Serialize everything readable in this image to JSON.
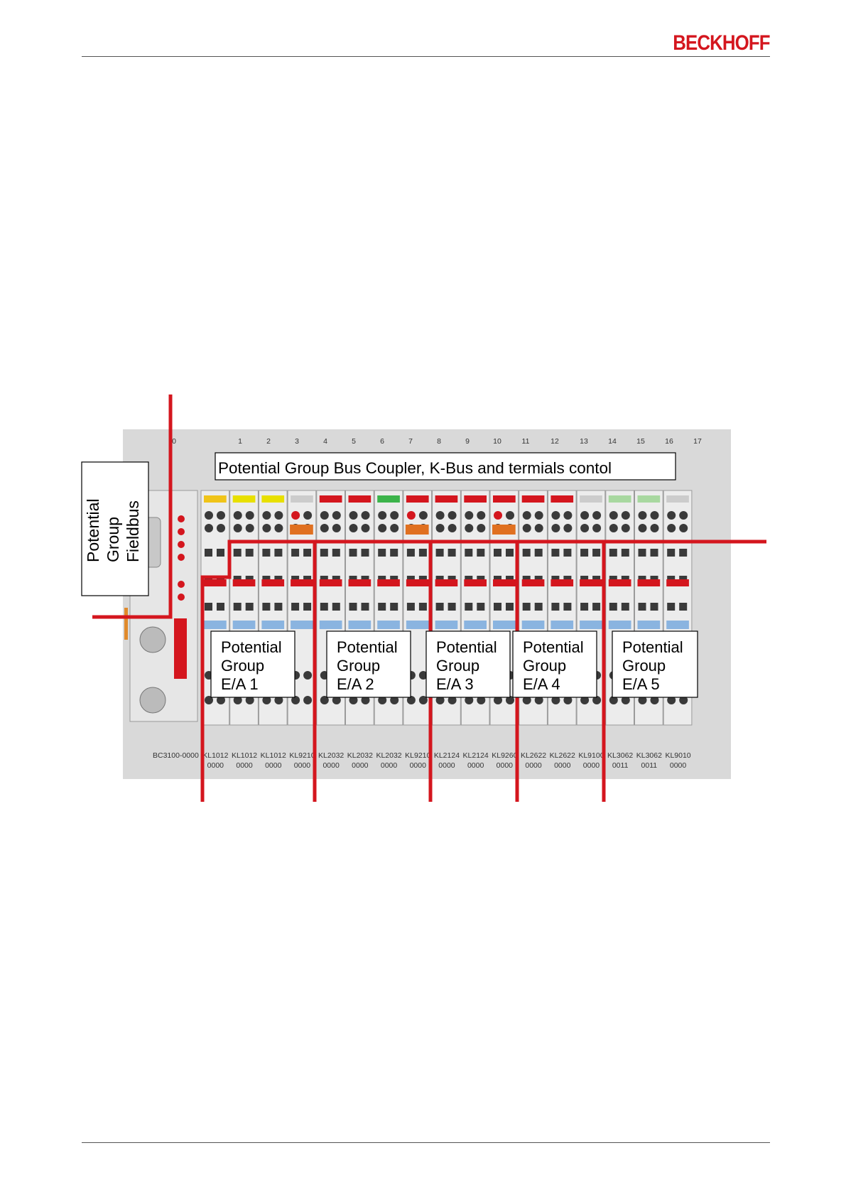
{
  "header": {
    "logo_text": "BECKHOFF",
    "logo_color": "#d4161e"
  },
  "figure": {
    "terminal_numbers": [
      "0",
      "1",
      "2",
      "3",
      "4",
      "5",
      "6",
      "7",
      "8",
      "9",
      "10",
      "11",
      "12",
      "13",
      "14",
      "15",
      "16",
      "17"
    ],
    "title_box": "Potential Group Bus Coupler, K-Bus and termials contol",
    "fieldbus_label": [
      "Potential",
      "Group",
      "Fieldbus"
    ],
    "groups": [
      {
        "lines": [
          "Potential",
          "Group",
          "E/A 1"
        ]
      },
      {
        "lines": [
          "Potential",
          "Group",
          "E/A 2"
        ]
      },
      {
        "lines": [
          "Potential",
          "Group",
          "E/A 3"
        ]
      },
      {
        "lines": [
          "Potential",
          "Group",
          "E/A 4"
        ]
      },
      {
        "lines": [
          "Potential",
          "Group",
          "E/A 5"
        ]
      }
    ],
    "coupler_label": "BC3100-0000",
    "terminal_models": [
      [
        "KL1012",
        "0000"
      ],
      [
        "KL1012",
        "0000"
      ],
      [
        "KL1012",
        "0000"
      ],
      [
        "KL9210",
        "0000"
      ],
      [
        "KL2032",
        "0000"
      ],
      [
        "KL2032",
        "0000"
      ],
      [
        "KL2032",
        "0000"
      ],
      [
        "KL9210",
        "0000"
      ],
      [
        "KL2124",
        "0000"
      ],
      [
        "KL2124",
        "0000"
      ],
      [
        "KL9260",
        "0000"
      ],
      [
        "KL2622",
        "0000"
      ],
      [
        "KL2622",
        "0000"
      ],
      [
        "KL9100",
        "0000"
      ],
      [
        "KL3062",
        "0011"
      ],
      [
        "KL3062",
        "0011"
      ],
      [
        "KL9010",
        "0000"
      ]
    ],
    "colors": {
      "red_line": "#d4161e",
      "background": "#d9d9d9"
    }
  }
}
